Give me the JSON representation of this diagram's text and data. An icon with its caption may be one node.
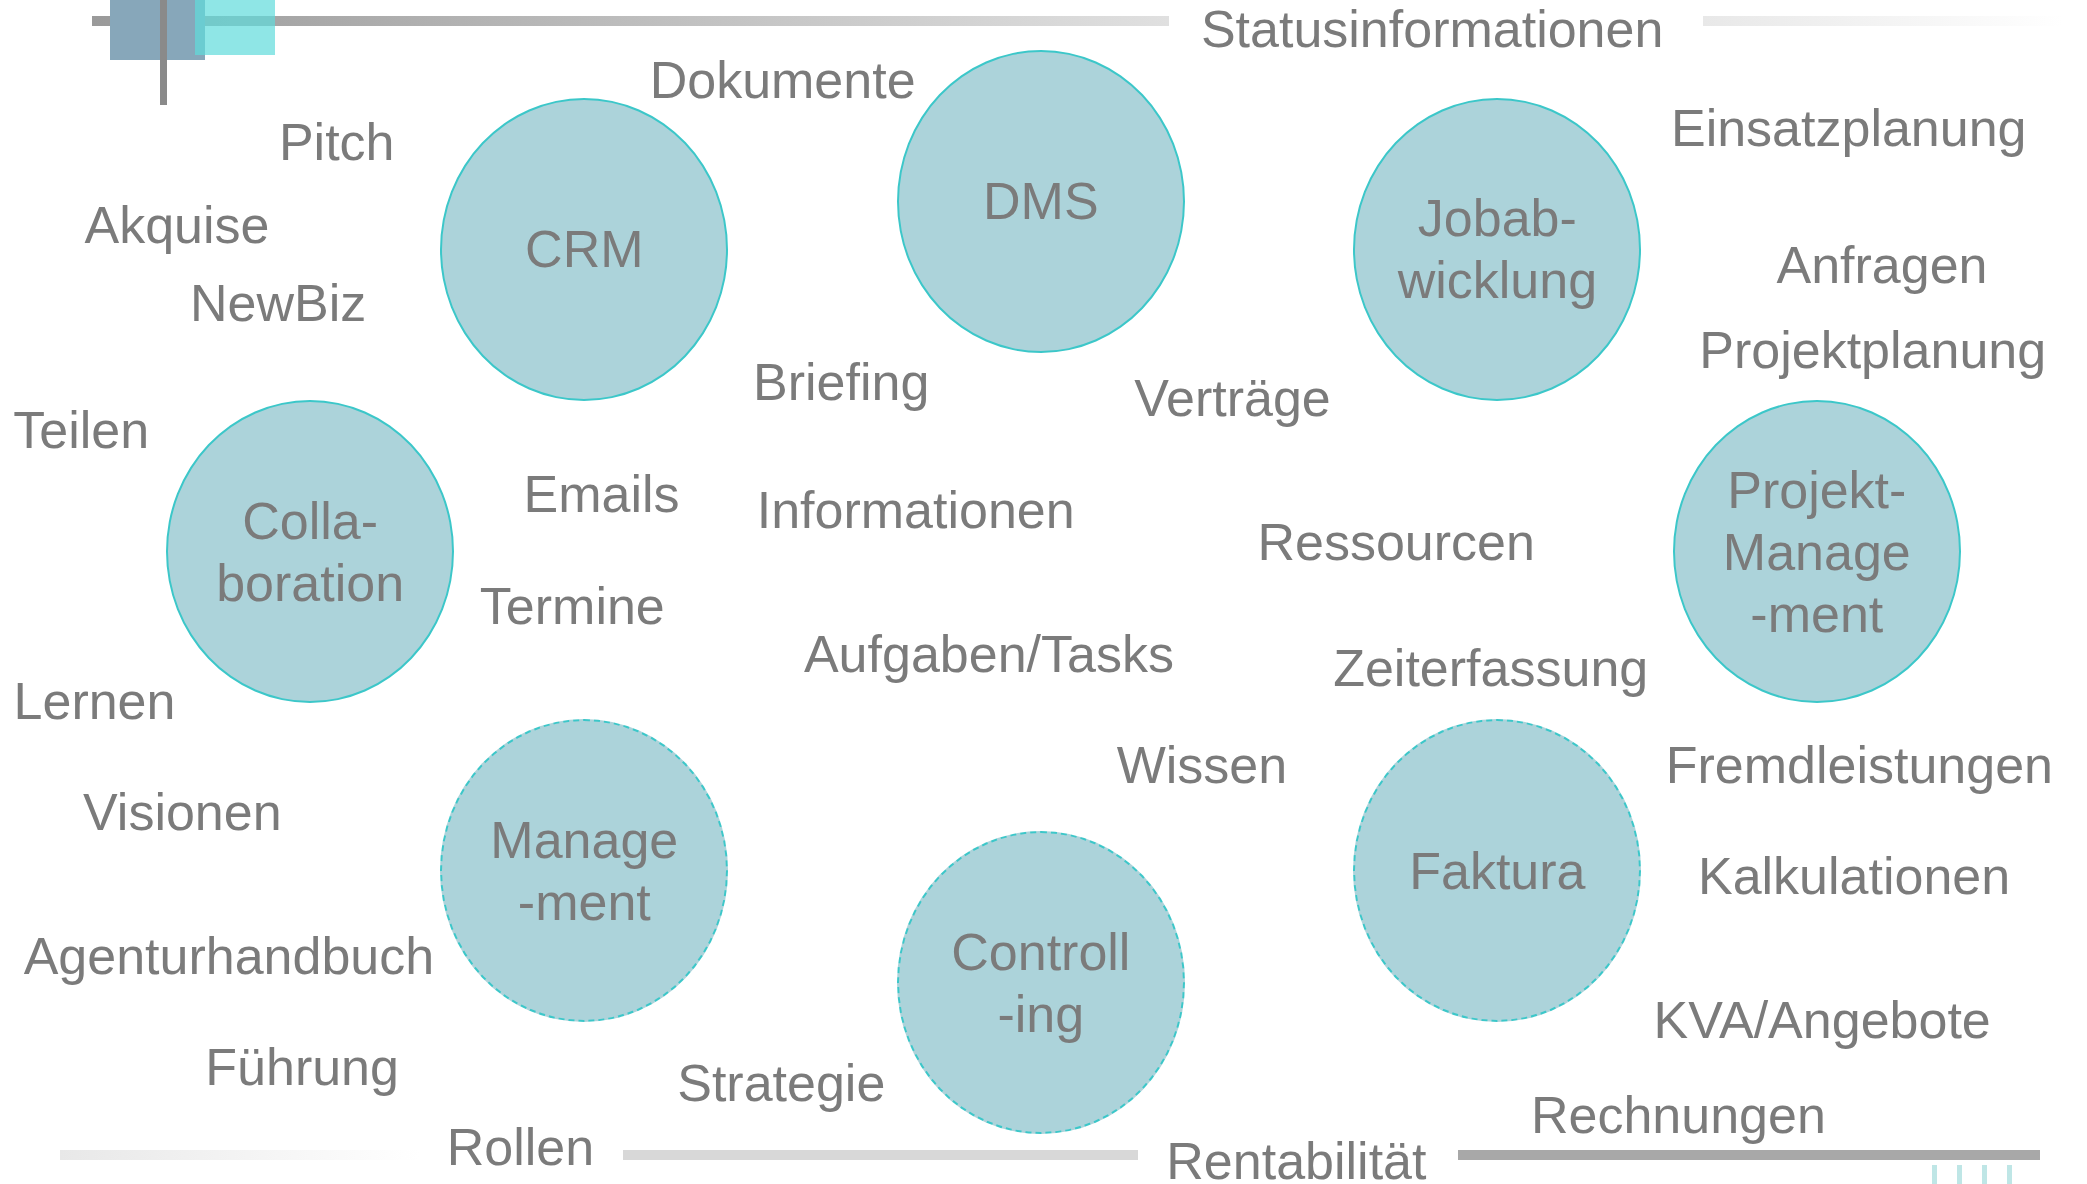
{
  "diagram": {
    "nodes": [
      {
        "text": [
          "CRM"
        ]
      },
      {
        "text": [
          "DMS"
        ]
      },
      {
        "text": [
          "Jobab- wicklung"
        ]
      },
      {
        "text": [
          "Colla- boration"
        ]
      },
      {
        "text": [
          "Projekt- Manage -ment"
        ]
      },
      {
        "text": [
          "Manage -ment"
        ]
      },
      {
        "text": [
          "Controll -ing"
        ]
      },
      {
        "text": [
          "Faktura"
        ]
      }
    ],
    "edges": [],
    "labels": [
      "Statusinformationen",
      "Dokumente",
      "Pitch",
      "Einsatzplanung",
      "Akquise",
      "Anfragen",
      "NewBiz",
      "Projektplanung",
      "Briefing",
      "Verträge",
      "Teilen",
      "Emails",
      "Informationen",
      "Ressourcen",
      "Termine",
      "Aufgaben/Tasks",
      "Zeiterfassung",
      "Lernen",
      "Wissen",
      "Fremdleistungen",
      "Visionen",
      "Kalkulationen",
      "Agenturhandbuch",
      "KVA/Angebote",
      "Führung",
      "Strategie",
      "Rechnungen",
      "Rollen",
      "Rentabilität"
    ]
  }
}
